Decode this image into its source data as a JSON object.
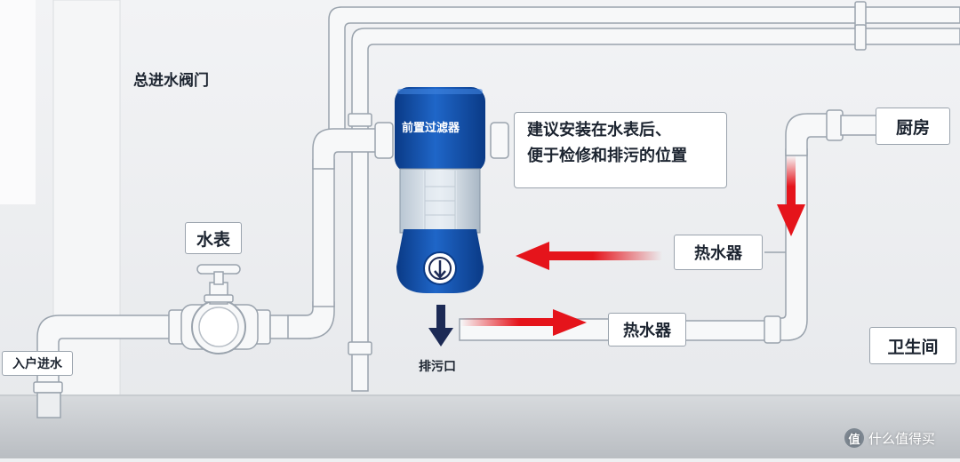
{
  "labels": {
    "main_valve": "总进水阀门",
    "water_meter": "水表",
    "inlet": "入户进水",
    "filter_brand": "前置过滤器",
    "note_line1": "建议安装在水表后、",
    "note_line2": "便于检修和排污的位置",
    "kitchen": "厨房",
    "heater_upper": "热水器",
    "heater_lower": "热水器",
    "bathroom": "卫生间",
    "drain": "排污口"
  },
  "watermark": {
    "icon_text": "值",
    "text": "什么值得买"
  },
  "colors": {
    "filter_blue": "#0f4da6",
    "arrow_red": "#e5141b",
    "arrow_navy": "#1c2a55",
    "pipe_fill": "#f7f8f9",
    "pipe_stroke": "#9aa3ad"
  }
}
